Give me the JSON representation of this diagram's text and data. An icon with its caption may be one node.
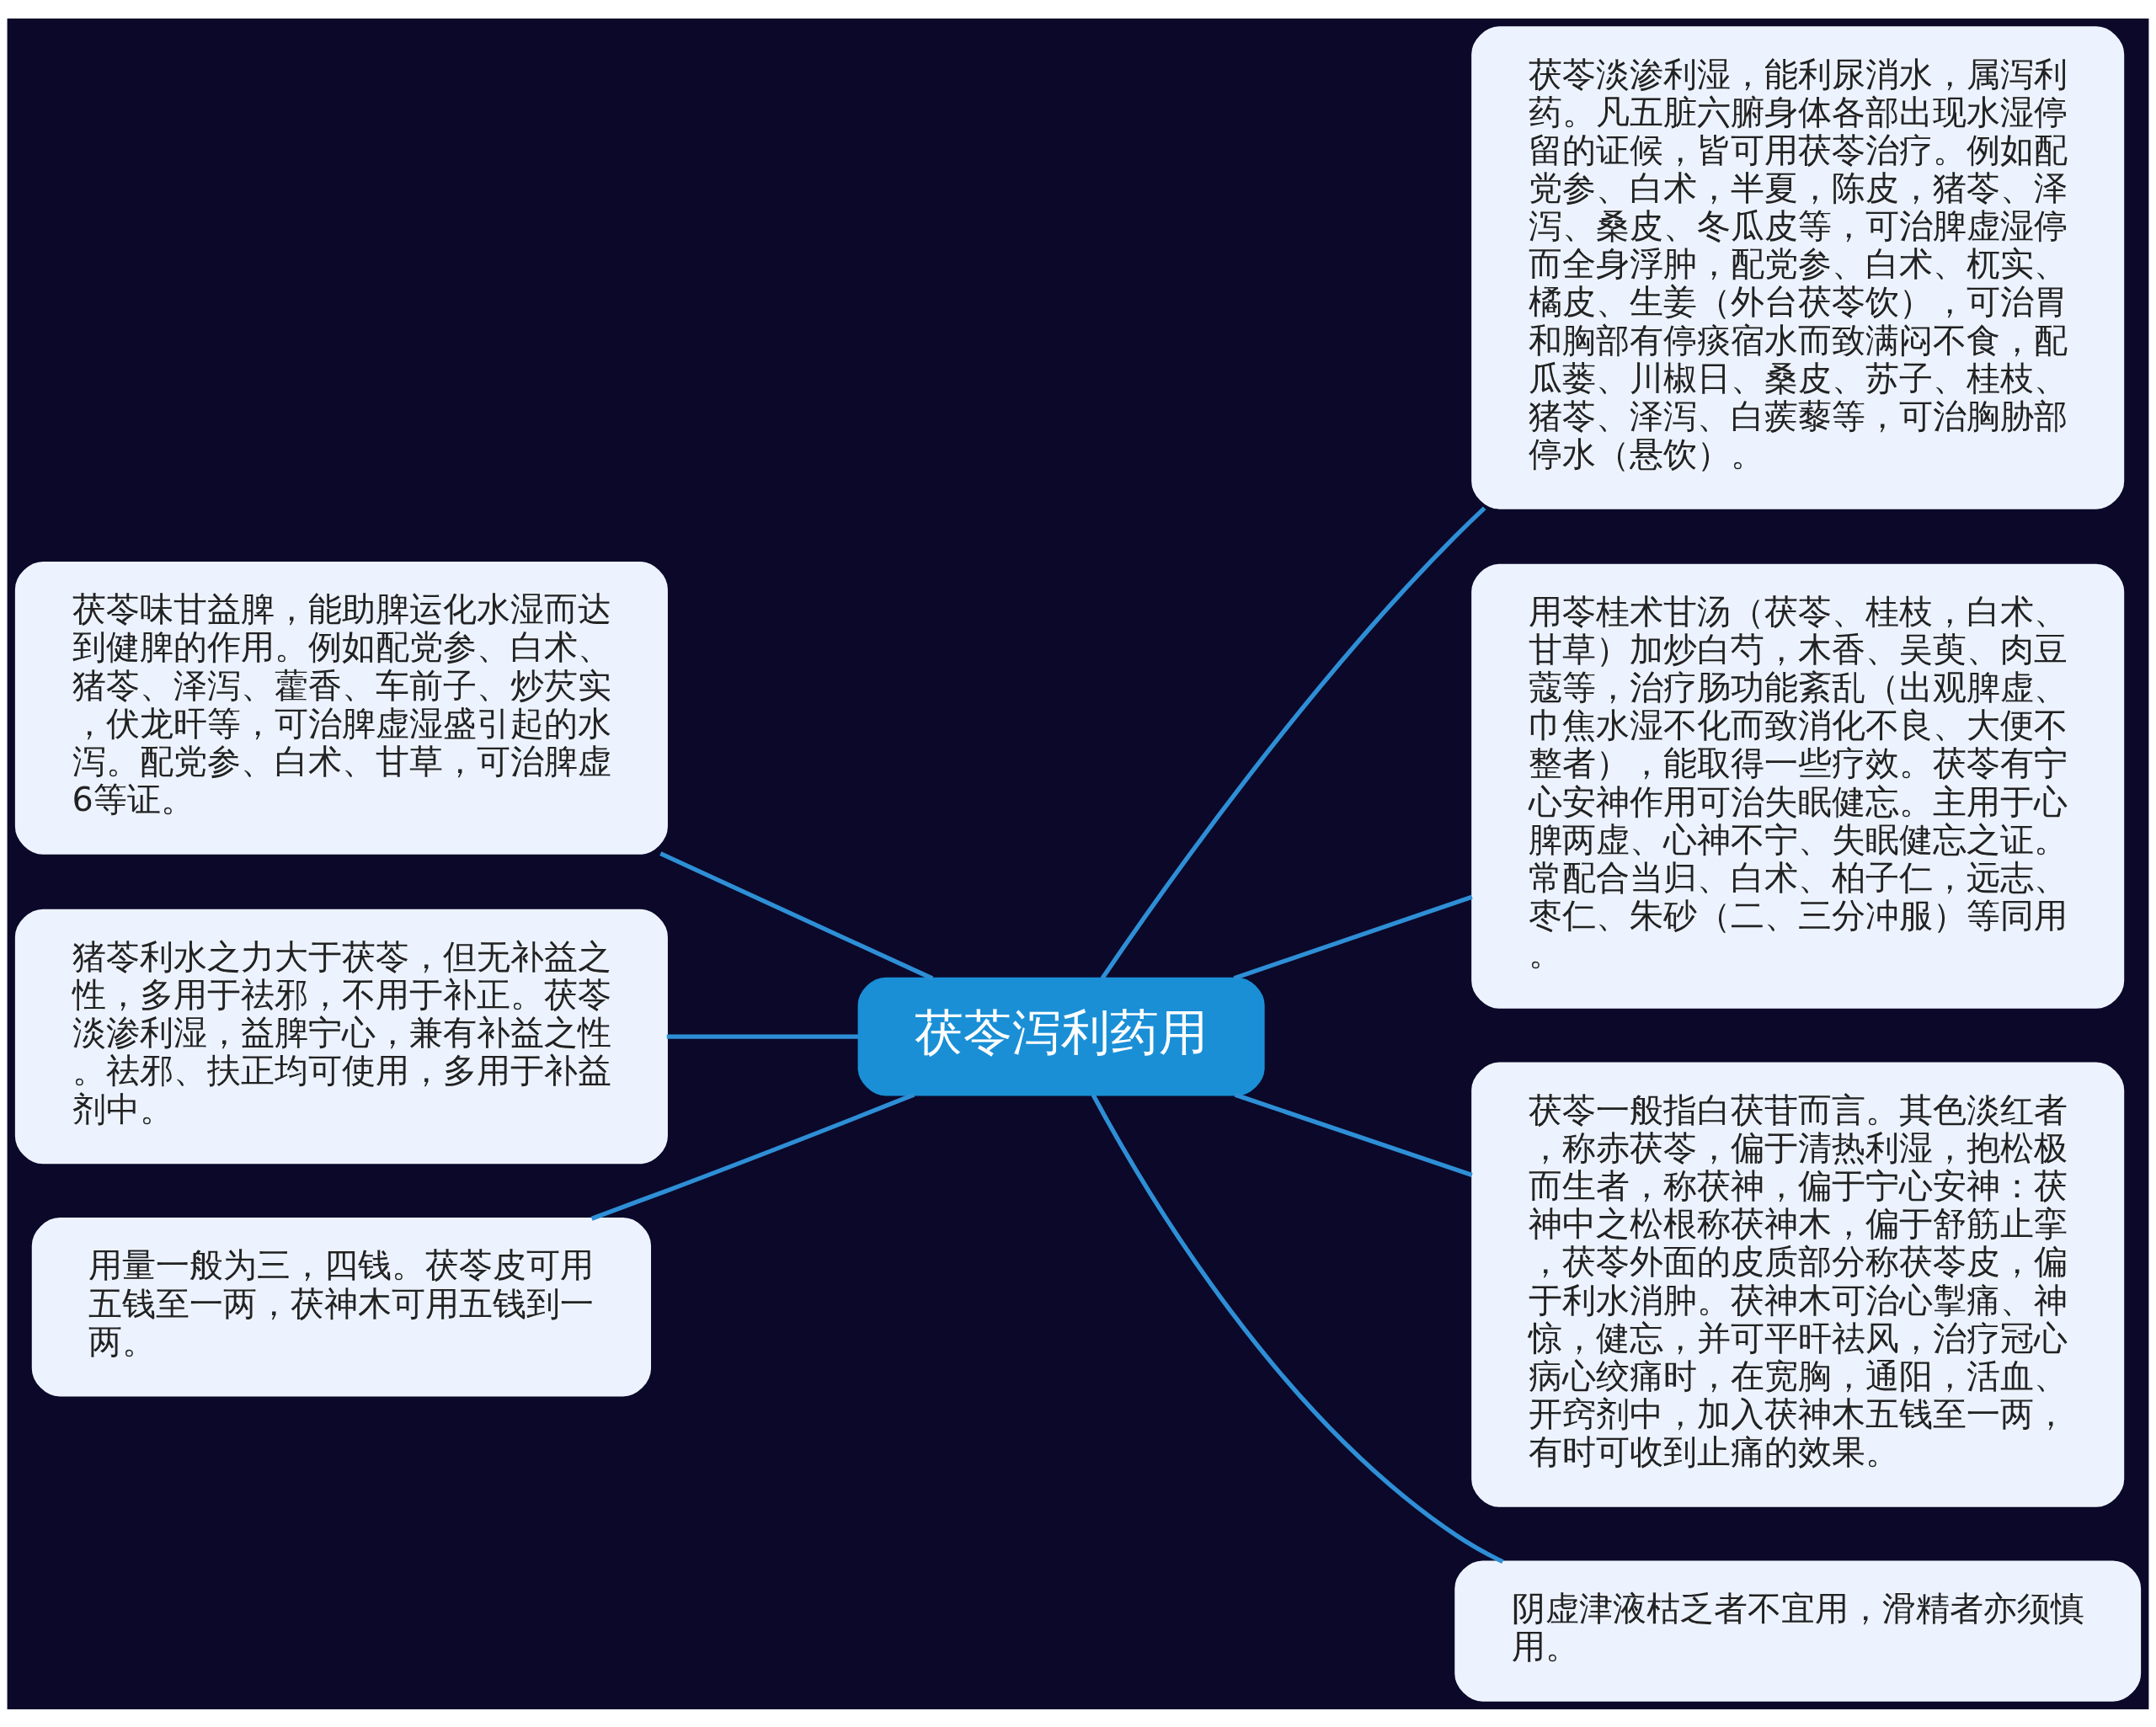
{
  "diagram": {
    "nodes": [
      {
        "text": [
          "茯苓泻利药用"
        ]
      },
      {
        "text": [
          "茯苓淡渗利湿，能利尿消水，属泻利药。凡五脏六腑身体各部出现水湿停留的证候，皆可用茯苓治疗。例如配党参、白术，半夏，陈皮，猪苓、泽泻、桑皮、冬瓜皮等，可治脾虚湿停而全身浮肿，配党参、白术、杌实、橘皮、生姜（外台茯苓饮），可治胃和胸部有停痰宿水而致满闷不食，配瓜蒌、川椒日、桑皮、苏子、桂枝、猪苓、泽泻、白蒺藜等，可治胸胁部停水（悬饮）。"
        ]
      },
      {
        "text": [
          "用苓桂术甘汤（茯苓、桂枝，白术、甘草）加炒白芍，木香、吴萸、肉豆蔻等，治疗肠功能紊乱（出观脾虚、巾焦水湿不化而致消化不良、大便不整者），能取得一些疗效。茯苓有宁心安神作用可治失眠健忘。主用于心脾两虚、心神不宁、失眠健忘之证。常配合当归、白术、柏子仁，远志、枣仁、朱砂（二、三分冲服）等同用。"
        ]
      },
      {
        "text": [
          "茯苓一般指白茯苷而言。其色淡红者，称赤茯苓，偏于清热利湿，抱松极而生者，称茯神，偏于宁心安神：茯神中之松根称茯神木，偏于舒筋止挛，茯苓外面的皮质部分称茯苓皮，偏于利水消肿。茯神木可治心掣痛、神惊，健忘，并可平旰祛风，治疗冠心病心绞痛时，在宽胸，通阳，活血、开窍剂中，加入茯神木五钱至一两，有时可收到止痛的效果。"
        ]
      },
      {
        "text": [
          "阴虚津液枯乏者不宜用，滑精者亦须慎用。"
        ]
      },
      {
        "text": [
          "茯苓味甘益脾，能助脾运化水湿而达到健脾的作用。例如配党参、白术、猪苓、泽泻、藿香、车前子、炒芡实，伏龙旰等，可治脾虚湿盛引起的水泻。配党参、白术、甘草，可治脾虚6等证。"
        ]
      },
      {
        "text": [
          "猪苓利水之力大于茯苓，但无补益之性，多用于祛邪，不用于补正。茯苓淡渗利湿，益脾宁心，兼有补益之性。祛邪、扶正均可使用，多用于补益剂中。"
        ]
      },
      {
        "text": [
          "用量一般为三，四钱。茯苓皮可用五钱至一两，茯神木可用五钱到一两。"
        ]
      }
    ],
    "edges": [
      {
        "from": 0,
        "to": 1,
        "arrow": "none"
      },
      {
        "from": 0,
        "to": 2,
        "arrow": "none"
      },
      {
        "from": 0,
        "to": 3,
        "arrow": "none"
      },
      {
        "from": 0,
        "to": 4,
        "arrow": "none"
      },
      {
        "from": 5,
        "to": 0,
        "arrow": "none"
      },
      {
        "from": 6,
        "to": 0,
        "arrow": "none"
      },
      {
        "from": 7,
        "to": 0,
        "arrow": "none"
      }
    ]
  }
}
